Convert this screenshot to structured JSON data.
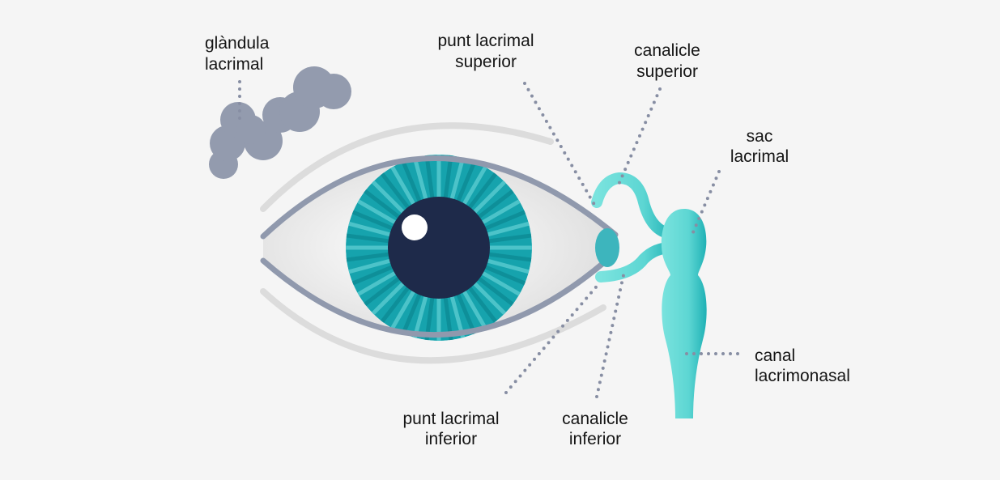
{
  "diagram": {
    "labels": {
      "glandula": [
        "glàndula",
        "lacrimal"
      ],
      "punt_superior": [
        "punt lacrimal",
        "superior"
      ],
      "canalicle_superior": [
        "canalicle",
        "superior"
      ],
      "sac": [
        "sac",
        "lacrimal"
      ],
      "canal": [
        "canal",
        "lacrimonasal"
      ],
      "punt_inferior": [
        "punt lacrimal",
        "inferior"
      ],
      "canalicle_inferior": [
        "canalicle",
        "inferior"
      ]
    },
    "colors": {
      "background": "#f5f5f5",
      "gland": "#939bae",
      "lid": "#9099ad",
      "iris": "#16a3ad",
      "pupil": "#1e2a4a",
      "duct_light": "#7ae3de",
      "duct_dark": "#1fb1b5"
    }
  }
}
